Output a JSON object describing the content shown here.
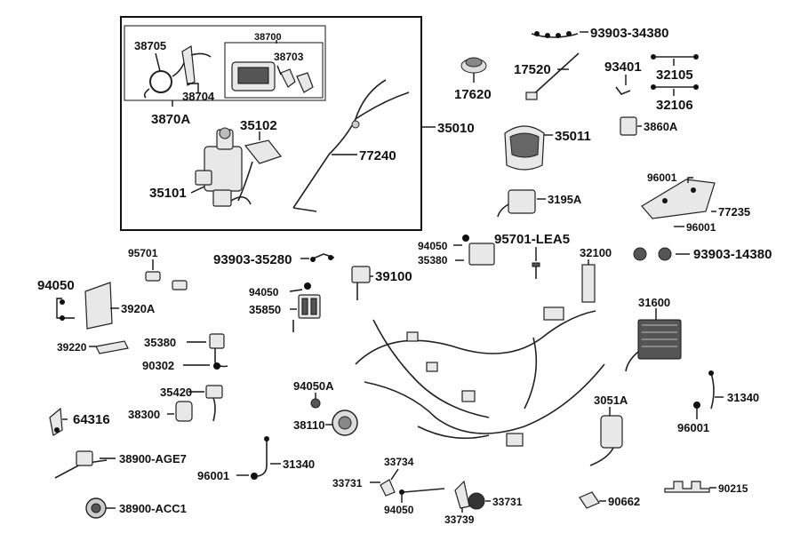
{
  "labels": {
    "p38705": "38705",
    "p38700": "38700",
    "p38703": "38703",
    "p38704": "38704",
    "p3870A": "3870A",
    "p35102": "35102",
    "p35101": "35101",
    "p77240": "77240",
    "p35010": "35010",
    "p93903_34380": "93903-34380",
    "p17520": "17520",
    "p17620": "17620",
    "p93401": "93401",
    "p32105": "32105",
    "p32106": "32106",
    "p35011": "35011",
    "p3860A": "3860A",
    "p96001_a": "96001",
    "p77235": "77235",
    "p96001_b": "96001",
    "p3195A": "3195A",
    "p93903_14380": "93903-14380",
    "p94050_a": "94050",
    "p35380_a": "35380",
    "p95701_LEA5": "95701-LEA5",
    "p32100": "32100",
    "p95701": "95701",
    "p93903_35280": "93903-35280",
    "p39100": "39100",
    "p94050_b": "94050",
    "p3920A": "3920A",
    "p94050_c": "94050",
    "p35850": "35850",
    "p31600": "31600",
    "p39220": "39220",
    "p35380_b": "35380",
    "p90302": "90302",
    "p94050A": "94050A",
    "p35420": "35420",
    "p38300": "38300",
    "p64316": "64316",
    "p38110": "38110",
    "p3051A": "3051A",
    "p31340_a": "31340",
    "p96001_c": "96001",
    "p38900_AGE7": "38900-AGE7",
    "p96001_d": "96001",
    "p31340_b": "31340",
    "p33734": "33734",
    "p33731_a": "33731",
    "p33731_b": "33731",
    "p94050_d": "94050",
    "p33739": "33739",
    "p90662": "90662",
    "p90215": "90215",
    "p38900_ACC1": "38900-ACC1"
  },
  "icons": {
    "ignition": "ignition-switch-assembly-icon",
    "harness": "wire-harness-icon",
    "regulator": "regulator-rectifier-icon",
    "coil": "ignition-coil-icon"
  }
}
